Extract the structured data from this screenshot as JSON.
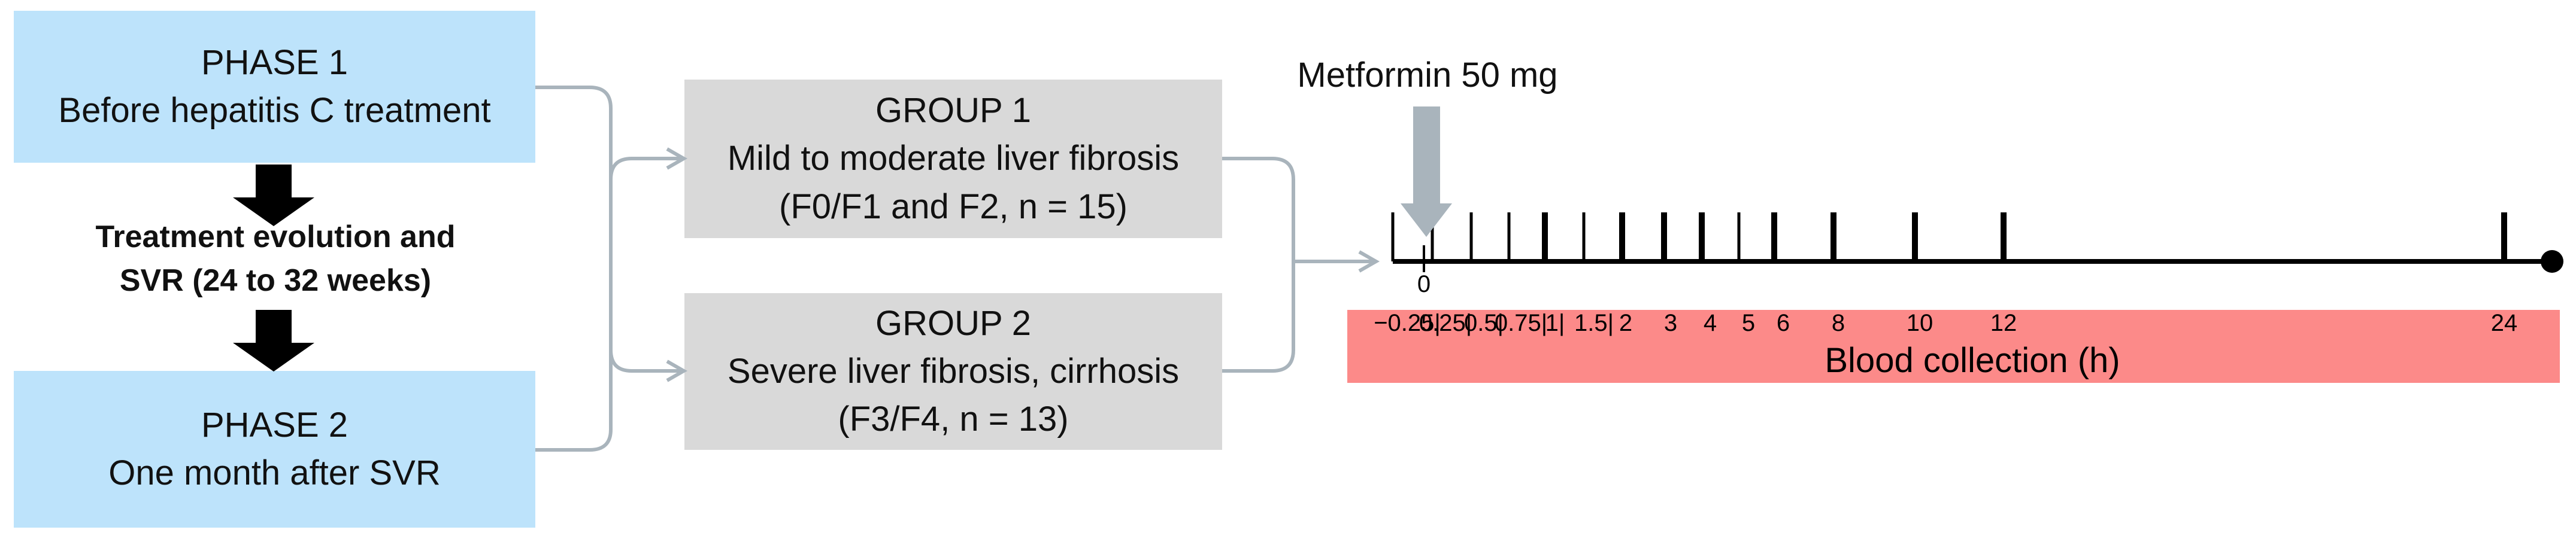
{
  "phase1": {
    "title": "PHASE 1",
    "subtitle": "Before hepatitis C treatment"
  },
  "transition": {
    "line1": "Treatment evolution and",
    "line2": "SVR (24 to 32 weeks)"
  },
  "phase2": {
    "title": "PHASE 2",
    "subtitle": "One month after SVR"
  },
  "group1": {
    "title": "GROUP 1",
    "line1": "Mild to moderate liver fibrosis",
    "line2": "(F0/F1 and F2, n = 15)"
  },
  "group2": {
    "title": "GROUP 2",
    "line1": "Severe liver fibrosis, cirrhosis",
    "line2": "(F3/F4, n = 13)"
  },
  "dose": {
    "label": "Metformin 50 mg"
  },
  "timeline": {
    "zero_label": "0",
    "axis_title": "Blood collection (h)",
    "sample_times": [
      -0.25,
      0.25,
      0.5,
      0.75,
      1,
      1.5,
      2,
      3,
      4,
      5,
      6,
      8,
      10,
      12,
      24
    ],
    "tick_labels": [
      "−0.25|",
      "0.25|",
      "0.5|",
      "0.75|",
      "1|",
      "1.5|",
      "2",
      "3",
      "4",
      "5",
      "6",
      "8",
      "10",
      "12",
      "24"
    ]
  },
  "colors": {
    "phase_box": "#bde3fb",
    "group_box": "#d9d9d9",
    "blood_band": "#fc8a89",
    "connector": "#a9b4bc",
    "dose_arrow": "#a9b4bc",
    "axis": "#000000"
  }
}
